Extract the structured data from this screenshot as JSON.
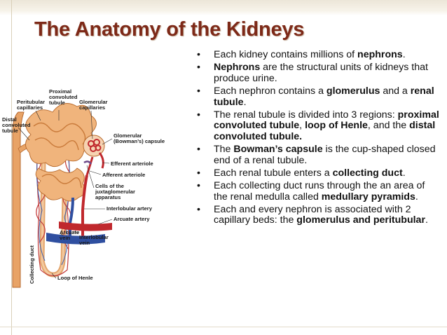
{
  "title": "The Anatomy of the Kidneys",
  "bullets": [
    [
      {
        "t": "Each kidney contains millions of "
      },
      {
        "t": "nephrons",
        "b": true
      },
      {
        "t": "."
      }
    ],
    [
      {
        "t": "Nephrons",
        "b": true
      },
      {
        "t": " are the structural units of kidneys that produce urine."
      }
    ],
    [
      {
        "t": "Each nephron contains a "
      },
      {
        "t": "glomerulus",
        "b": true
      },
      {
        "t": " and a "
      },
      {
        "t": "renal tubule",
        "b": true
      },
      {
        "t": "."
      }
    ],
    [
      {
        "t": "The renal tubule is divided into 3 regions: "
      },
      {
        "t": "proximal convoluted tubule",
        "b": true
      },
      {
        "t": ", "
      },
      {
        "t": "loop of Henle",
        "b": true
      },
      {
        "t": ", and the "
      },
      {
        "t": "distal convoluted tubule.",
        "b": true
      }
    ],
    [
      {
        "t": "The "
      },
      {
        "t": "Bowman’s capsule",
        "b": true
      },
      {
        "t": " is the cup-shaped closed end of a renal tubule."
      }
    ],
    [
      {
        "t": "Each renal tubule enters a "
      },
      {
        "t": "collecting duct",
        "b": true
      },
      {
        "t": "."
      }
    ],
    [
      {
        "t": "Each collecting duct runs through the an area  of the renal medulla called "
      },
      {
        "t": "medullary pyramids",
        "b": true
      },
      {
        "t": "."
      }
    ],
    [
      {
        "t": "Each and every nephron is associated with 2 capillary beds: the "
      },
      {
        "t": "glomerulus and peritubular",
        "b": true
      },
      {
        "t": "."
      }
    ]
  ],
  "diagram": {
    "labels": {
      "peritubular_capillaries": [
        "Peritubular",
        "capillaries"
      ],
      "proximal_convoluted_tubule": [
        "Proximal",
        "convoluted",
        "tubule"
      ],
      "glomerular_capillaries": [
        "Glomerular",
        "capillaries"
      ],
      "distal_convoluted_tubule": [
        "Distal",
        "convoluted",
        "tubule"
      ],
      "glomerular_capsule": [
        "Glomerular",
        "(Bowman’s) capsule"
      ],
      "efferent_arteriole": "Efferent arteriole",
      "afferent_arteriole": "Afferent arteriole",
      "juxtaglomerular_apparatus": [
        "Cells of the",
        "juxtaglomerular",
        "apparatus"
      ],
      "interlobular_artery": "Interlobular artery",
      "arcuate_artery": "Arcuate artery",
      "arcuate_vein": [
        "Arcuate",
        "vein"
      ],
      "interlobular_vein": [
        "Interlobular",
        "vein"
      ],
      "collecting_duct": "Collecting duct",
      "loop_of_henle": "Loop of Henle"
    }
  }
}
